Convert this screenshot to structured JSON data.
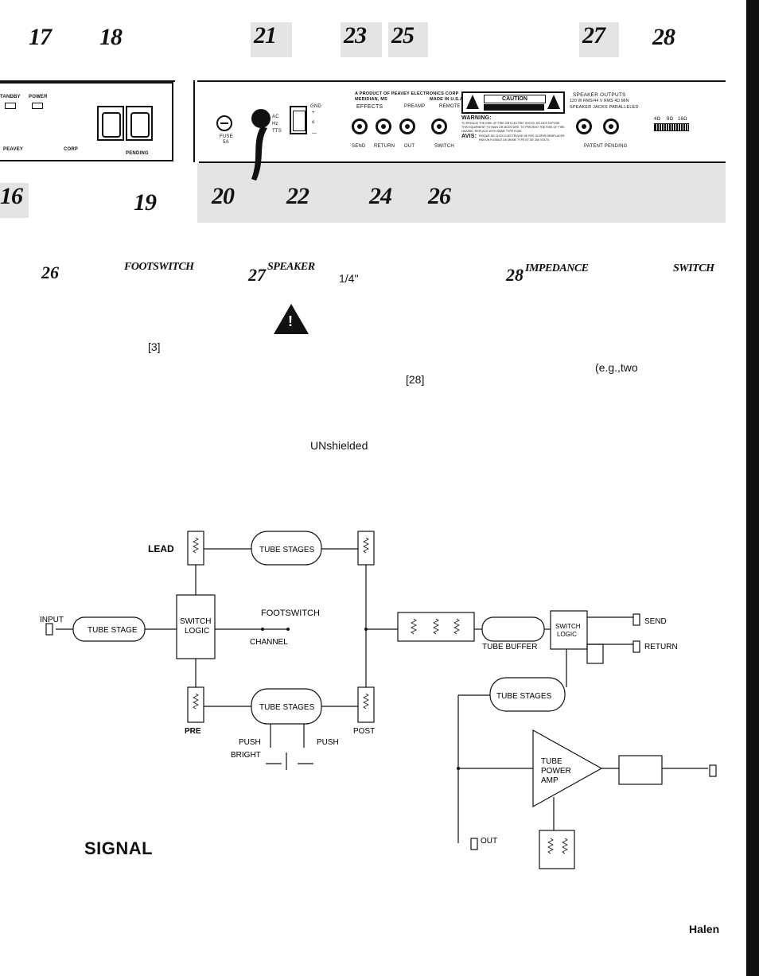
{
  "top_callouts": [
    "17",
    "18",
    "21",
    "23",
    "25",
    "27",
    "28"
  ],
  "bottom_callouts": [
    "16",
    "19",
    "20",
    "22",
    "24",
    "26"
  ],
  "left_panel": {
    "standby": "TANDBY",
    "power": "POWER",
    "peavey": "PEAVEY",
    "corp": "CORP",
    "pending": "PENDING"
  },
  "rear_panel": {
    "product_line1": "A PRODUCT OF PEAVEY ELECTRONICS CORP",
    "product_line2": "MERIDIAN, MS",
    "made_in": "MADE IN U.S.A",
    "effects": "EFFECTS",
    "preamp": "PREAMP",
    "remote": "REMOTE",
    "caution": "CAUTION",
    "warning": "WARNING:",
    "warning_text": "TO REDUCE THE RISK OF FIRE OR ELECTRIC SHOCK DO NOT EXPOSE THIS EQUIPMENT TO RAIN OR MOISTURE. TO PREVENT THE RISK OF FIRE HAZARD, REPLACE WITH SAME TYPE FUSE.",
    "avis": "AVIS:",
    "avis_text": "RISQUE DE CHOC ELECTRIQUE NE PAS OUVRIR REMPLACER PAR UN FUSIBLE DE MEME TYPE ET DE 250 VOLTS.",
    "speaker_outputs": "SPEAKER OUTPUTS",
    "rms_rating": "120 W RMS/44 V RMS 4Ω MIN",
    "speaker_jacks": "SPEAKER JACKS PARALLELED",
    "patent_pending": "PATENT PENDING",
    "send": "SEND",
    "return": "RETURN",
    "out": "OUT",
    "switch": "SWITCH",
    "fuse": "FUSE",
    "fuse_rating": "5A",
    "ac": "AC",
    "hz": "Hz",
    "watts": "TTS",
    "gnd": "GND",
    "imp_4": "4Ω",
    "imp_8": "8Ω",
    "imp_16": "16Ω"
  },
  "text_fragments": {
    "c26": "26",
    "footswitch": "FOOTSWITCH",
    "c27": "27",
    "speaker": "SPEAKER",
    "quarter": "1/4\"",
    "c28": "28",
    "impedance": "IMPEDANCE",
    "switch": "SWITCH",
    "ref3": "[3]",
    "eg_two": "(e.g.,two",
    "ref28": "[28]",
    "unshielded": "UNshielded",
    "halen": "Halen"
  },
  "diagram": {
    "lead": "LEAD",
    "tube_stages": "TUBE STAGES",
    "input": "INPUT",
    "tube_stage": "TUBE STAGE",
    "switch": "SWITCH",
    "logic": "LOGIC",
    "footswitch": "FOOTSWITCH",
    "channel": "CHANNEL",
    "pre": "PRE",
    "post": "POST",
    "push": "PUSH",
    "bright": "BRIGHT",
    "tube_buffer": "TUBE BUFFER",
    "send": "SEND",
    "return": "RETURN",
    "tube": "TUBE",
    "power": "POWER",
    "amp": "AMP",
    "out": "OUT",
    "signal": "SIGNAL"
  }
}
